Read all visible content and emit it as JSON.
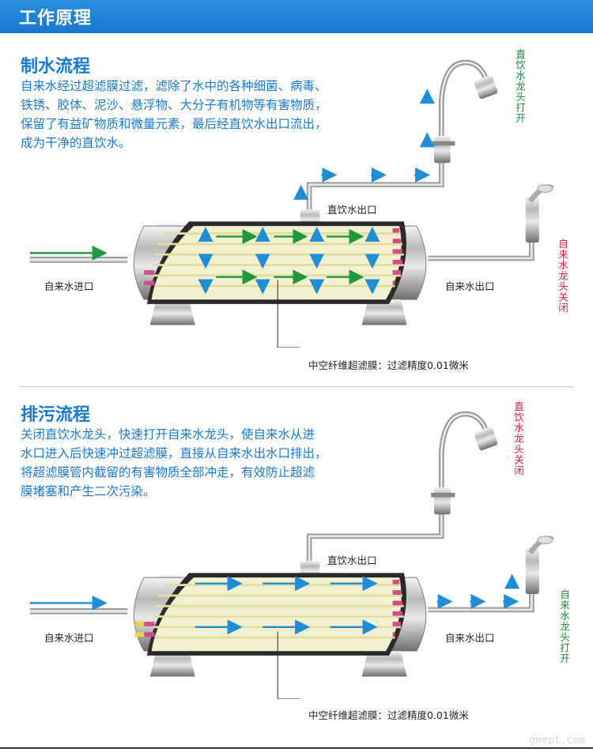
{
  "header": {
    "title": "工作原理"
  },
  "sections": [
    {
      "title": "制水流程",
      "lines": [
        "自来水经过超滤膜过滤，滤除了水中的各种细菌、病毒、",
        "铁锈、胶体、泥沙、悬浮物、大分子有机物等有害物质，",
        "保留了有益矿物质和微量元素，最后经直饮水出口流出，",
        "成为干净的直饮水。"
      ],
      "labels": {
        "inlet": "自来水进口",
        "direct_outlet": "直饮水出口",
        "tap_outlet": "自来水出口",
        "membrane": "中空纤维超滤膜：过滤精度0.01微米",
        "faucet_top": "直饮水龙头打开",
        "faucet_side": "自来水龙头关闭"
      }
    },
    {
      "title": "排污流程",
      "lines": [
        "关闭直饮水龙头，快速打开自来水龙头，使自来水从进",
        "水口进入后快速冲过超滤膜，直接从自来水出水口排出，",
        "将超滤膜管内截留的有害物质全部冲走，有效防止超滤",
        "膜堵塞和产生二次污染。"
      ],
      "labels": {
        "inlet": "自来水进口",
        "direct_outlet": "直饮水出口",
        "tap_outlet": "自来水出口",
        "membrane": "中空纤维超滤膜：过滤精度0.01微米",
        "faucet_top": "直饮水龙头关闭",
        "faucet_side": "自来水龙头打开"
      }
    }
  ],
  "colors": {
    "title_blue": "#1a7ad0",
    "flow_green": "#1e9a3c",
    "flow_blue": "#1e8ed8",
    "label_red": "#d41e3a",
    "label_green": "#1e8a3c"
  },
  "watermark": "gmept.com"
}
